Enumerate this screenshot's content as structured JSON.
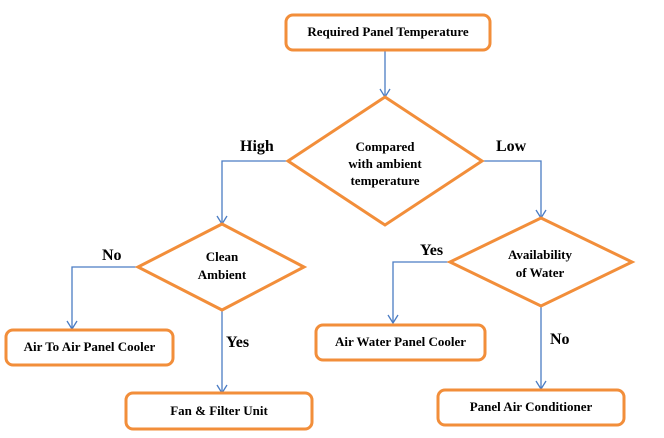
{
  "colors": {
    "node_border": "#f28e3a",
    "connector": "#4a7cc4",
    "text": "#000000"
  },
  "nodes": {
    "start": "Required Panel Temperature",
    "decision_main": [
      "Compared",
      "with ambient",
      "temperature"
    ],
    "decision_clean": [
      "Clean",
      "Ambient"
    ],
    "decision_water": [
      "Availability",
      "of Water"
    ],
    "air_to_air": "Air To Air Panel Cooler",
    "fan_filter": "Fan & Filter Unit",
    "air_water": "Air Water Panel Cooler",
    "panel_ac": "Panel Air Conditioner"
  },
  "edges": {
    "high": "High",
    "low": "Low",
    "clean_no": "No",
    "clean_yes": "Yes",
    "water_yes": "Yes",
    "water_no": "No"
  }
}
